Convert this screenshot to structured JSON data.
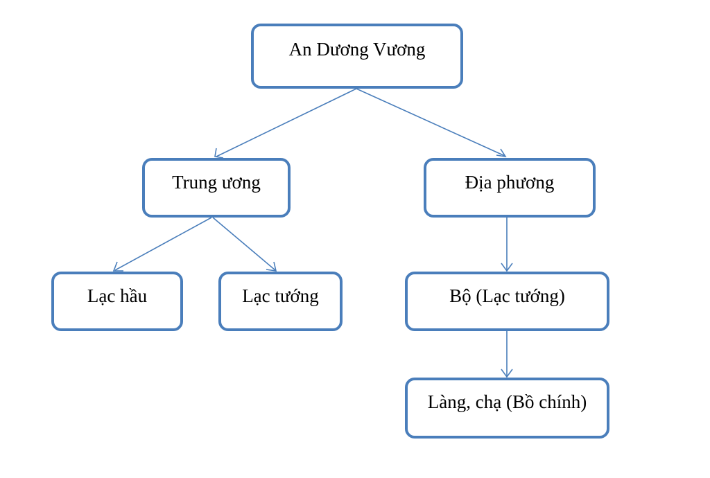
{
  "diagram": {
    "colors": {
      "box_border": "#4a7ebb",
      "connector": "#4a7ebb",
      "text": "#000000",
      "background": "#ffffff"
    },
    "nodes": {
      "root": "An Dương Vương",
      "central": "Trung ương",
      "local": "Địa phương",
      "lac_hau": "Lạc hầu",
      "lac_tuong": "Lạc tướng",
      "bo": "Bộ (Lạc tướng)",
      "lang": "Làng, chạ (Bồ chính)"
    },
    "edges": [
      {
        "from": "root",
        "to": "central"
      },
      {
        "from": "root",
        "to": "local"
      },
      {
        "from": "central",
        "to": "lac_hau"
      },
      {
        "from": "central",
        "to": "lac_tuong"
      },
      {
        "from": "local",
        "to": "bo"
      },
      {
        "from": "bo",
        "to": "lang"
      }
    ]
  }
}
